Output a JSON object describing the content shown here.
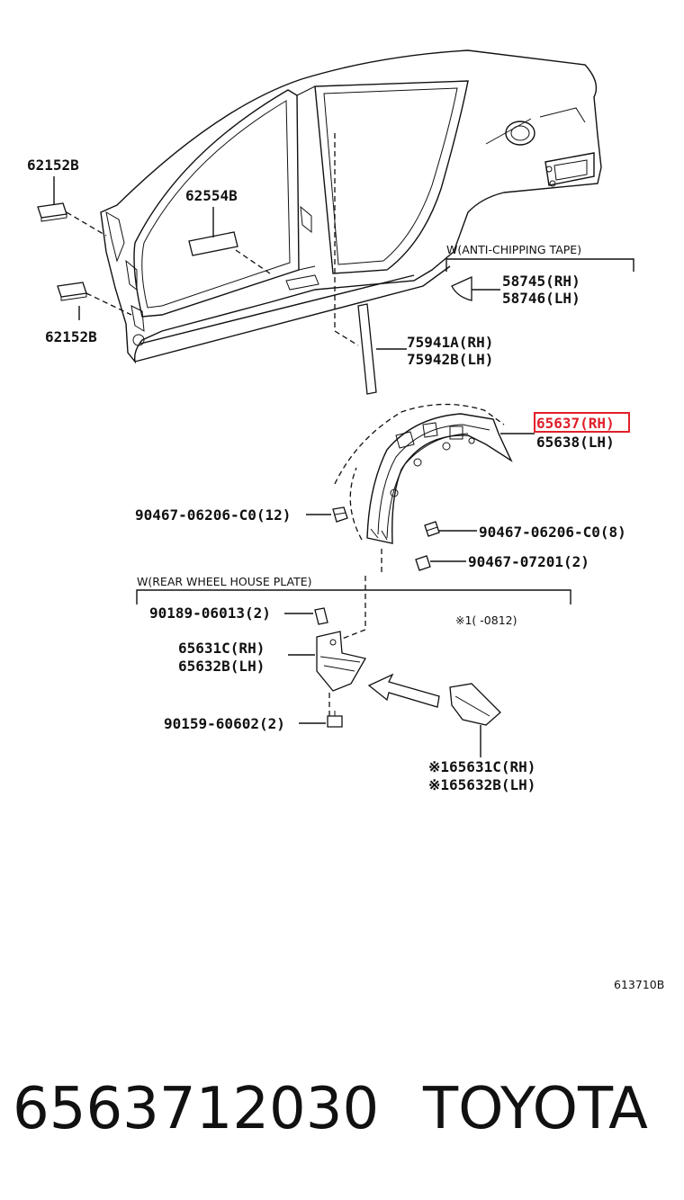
{
  "callouts": {
    "c62152b_top": "62152B",
    "c62554b": "62554B",
    "c62152b_bottom": "62152B",
    "anti_chipping_group": "W(ANTI-CHIPPING TAPE)",
    "c58745": "58745(RH)",
    "c58746": "58746(LH)",
    "c75941a": "75941A(RH)",
    "c75942b": "75942B(LH)",
    "c65637": "65637(RH)",
    "c65638": "65638(LH)",
    "c90467_06206_12": "90467-06206-C0(12)",
    "c90467_06206_8": "90467-06206-C0(8)",
    "c90467_07201": "90467-07201(2)",
    "rear_wheel_group": "W(REAR WHEEL HOUSE PLATE)",
    "c90189": "90189-06013(2)",
    "note_x1": "※1(    -0812)",
    "c65631c": "65631C(RH)",
    "c65632b": "65632B(LH)",
    "c90159": "90159-60602(2)",
    "x1_65631c": "※165631C(RH)",
    "x1_65632b": "※165632B(LH)"
  },
  "figure_id": "613710B",
  "footer": {
    "part_number": "6563712030",
    "brand": "TOYOTA"
  },
  "highlight_color": "#e0202a"
}
